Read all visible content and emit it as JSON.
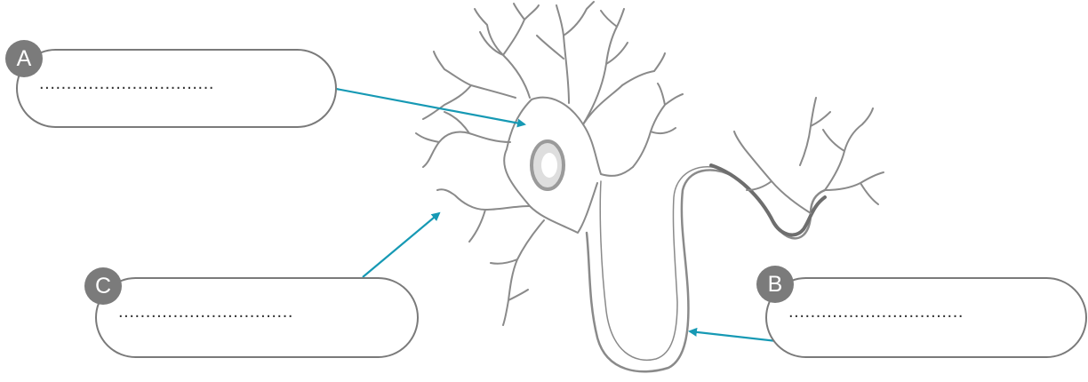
{
  "labels": [
    {
      "letter": "A",
      "answer_line": "................................"
    },
    {
      "letter": "B",
      "answer_line": "................................"
    },
    {
      "letter": "C",
      "answer_line": "................................"
    }
  ],
  "colors": {
    "arrow": "#1699b4",
    "box_border": "#7a7a7a",
    "badge": "#7b7b7b",
    "neuron_outline": "#8a8a8a",
    "nucleus": "#9a9a9a"
  }
}
